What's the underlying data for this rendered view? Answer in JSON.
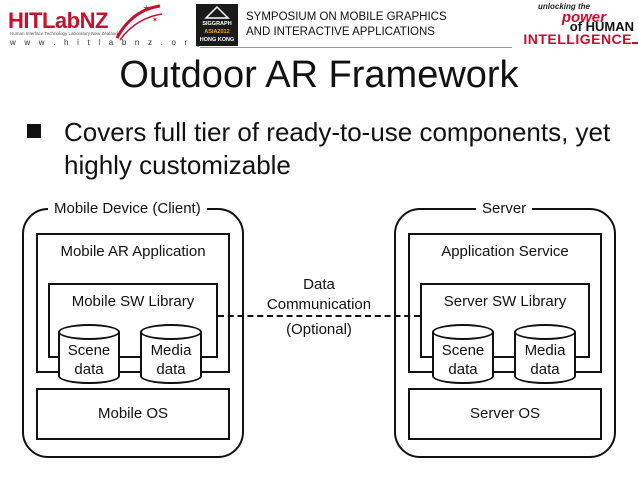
{
  "header": {
    "hit_logo": {
      "brand_a": "HIT",
      "brand_b": "LabNZ",
      "tagline": "Human Interface Technology Laboratory New Zealand",
      "url": "w w w . h i t l a b n z . o r g"
    },
    "siggraph_badge": {
      "line1": "SIGGRAPH",
      "line2": "ASIA2012",
      "line3": "HONG KONG"
    },
    "symposium": {
      "line1": "SYMPOSIUM ON MOBILE GRAPHICS",
      "line2": "AND INTERACTIVE APPLICATIONS"
    },
    "unlocking": {
      "line1": "unlocking the",
      "line2": "power",
      "line3": "of HUMAN",
      "line4": "INTELLIGENCE"
    }
  },
  "slide": {
    "title": "Outdoor AR Framework",
    "bullet": "Covers full tier of ready-to-use components, yet highly customizable"
  },
  "diagram": {
    "client": {
      "label": "Mobile Device (Client)",
      "app_label": "Mobile AR Application",
      "library_label": "Mobile SW Library",
      "scene_label": [
        "Scene",
        "data"
      ],
      "media_label": [
        "Media",
        "data"
      ],
      "os_label": "Mobile OS"
    },
    "server": {
      "label": "Server",
      "app_label": "Application Service",
      "library_label": "Server SW Library",
      "scene_label": [
        "Scene",
        "data"
      ],
      "media_label": [
        "Media",
        "data"
      ],
      "os_label": "Server OS"
    },
    "link": {
      "line1": "Data",
      "line2": "Communication",
      "line3": "(Optional)"
    }
  },
  "colors": {
    "accent": "#c8102e",
    "ink": "#111111",
    "rule": "#9a9a9a"
  }
}
